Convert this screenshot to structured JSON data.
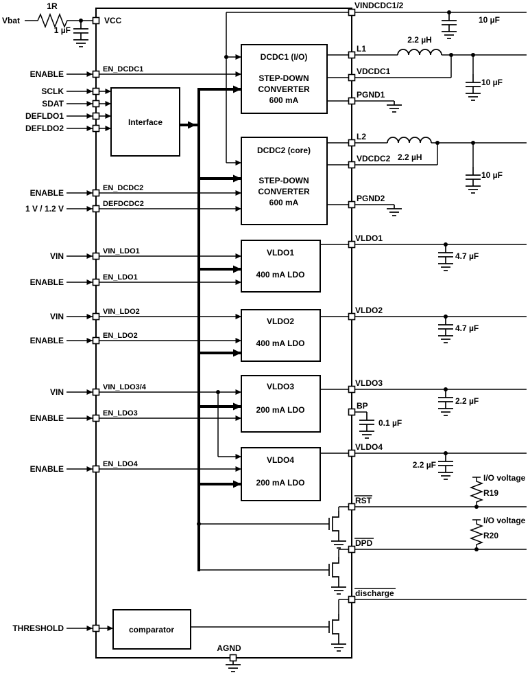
{
  "left": {
    "vbat": "Vbat",
    "r_in": "1R",
    "c_in": "1 µF",
    "enable_dcdc1": "ENABLE",
    "sclk": "SCLK",
    "sdat": "SDAT",
    "defldo1": "DEFLDO1",
    "defldo2": "DEFLDO2",
    "enable_dcdc2": "ENABLE",
    "defdcdc2_sel": "1 V / 1.2 V",
    "vin_ldo1": "VIN",
    "enable_ldo1": "ENABLE",
    "vin_ldo2": "VIN",
    "enable_ldo2": "ENABLE",
    "vin_ldo34": "VIN",
    "enable_ldo3": "ENABLE",
    "enable_ldo4": "ENABLE",
    "threshold": "THRESHOLD"
  },
  "pins": {
    "vcc": "VCC",
    "en_dcdc1": "EN_DCDC1",
    "en_dcdc2": "EN_DCDC2",
    "defdcdc2": "DEFDCDC2",
    "vin_ldo1": "VIN_LDO1",
    "en_ldo1": "EN_LDO1",
    "vin_ldo2": "VIN_LDO2",
    "en_ldo2": "EN_LDO2",
    "vin_ldo34": "VIN_LDO3/4",
    "en_ldo3": "EN_LDO3",
    "en_ldo4": "EN_LDO4",
    "vindcdc12": "VINDCDC1/2",
    "l1": "L1",
    "vdcdc1": "VDCDC1",
    "pgnd1": "PGND1",
    "l2": "L2",
    "vdcdc2": "VDCDC2",
    "pgnd2": "PGND2",
    "vldo1": "VLDO1",
    "vldo2": "VLDO2",
    "vldo3": "VLDO3",
    "bp": "BP",
    "vldo4": "VLDO4",
    "rst": "RST",
    "dpd": "DPD",
    "discharge": "discharge",
    "agnd": "AGND"
  },
  "blocks": {
    "interface": "Interface",
    "dcdc1": {
      "t1": "DCDC1 (I/O)",
      "t2": "STEP-DOWN",
      "t3": "CONVERTER",
      "t4": "600 mA"
    },
    "dcdc2": {
      "t1": "DCDC2 (core)",
      "t2": "STEP-DOWN",
      "t3": "CONVERTER",
      "t4": "600 mA"
    },
    "vldo1": {
      "t1": "VLDO1",
      "t2": "400 mA LDO"
    },
    "vldo2": {
      "t1": "VLDO2",
      "t2": "400 mA LDO"
    },
    "vldo3": {
      "t1": "VLDO3",
      "t2": "200 mA LDO"
    },
    "vldo4": {
      "t1": "VLDO4",
      "t2": "200 mA LDO"
    },
    "comparator": "comparator"
  },
  "right": {
    "c_vindcdc": "10 µF",
    "l1_val": "2.2 µH",
    "c_dcdc1": "10 µF",
    "l2_val": "2.2 µH",
    "c_dcdc2": "10 µF",
    "c_vldo1": "4.7 µF",
    "c_vldo2": "4.7 µF",
    "c_vldo3": "2.2 µF",
    "c_bp": "0.1 µF",
    "c_vldo4": "2.2 µF",
    "io_v1": "I/O voltage",
    "r19": "R19",
    "io_v2": "I/O voltage",
    "r20": "R20"
  }
}
